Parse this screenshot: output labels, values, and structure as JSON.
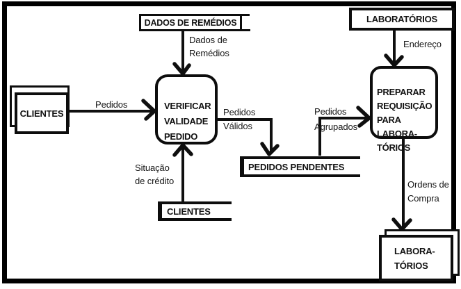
{
  "diagram": {
    "entities": {
      "clientes": {
        "label": "CLIENTES"
      },
      "laboratorios_top": {
        "label": "LABORATÓRIOS"
      },
      "laboratorios_bottom": {
        "label": "LABORA-\nTÓRIOS"
      }
    },
    "processes": {
      "verificar_validade_pedido": {
        "label": "VERIFICAR\nVALIDADE\nPEDIDO"
      },
      "preparar_requisicao": {
        "label": "PREPARAR\nREQUISIÇÃO\nPARA\nLABORA-\nTÓRIOS"
      }
    },
    "data_stores": {
      "dados_de_remedios": {
        "label": "DADOS DE REMÉDIOS"
      },
      "pedidos_pendentes": {
        "label": "PEDIDOS PENDENTES"
      },
      "clientes": {
        "label": "CLIENTES"
      }
    },
    "flows": {
      "dados_de_remedios": {
        "label": "Dados de\nRemédios"
      },
      "pedidos": {
        "label": "Pedidos"
      },
      "pedidos_validos": {
        "label": "Pedidos\nVálidos"
      },
      "pedidos_agrupados": {
        "label": "Pedidos\nAgrupados"
      },
      "endereco": {
        "label": "Endereço"
      },
      "situacao_de_credito": {
        "label": "Situação\nde crédito"
      },
      "ordens_de_compra": {
        "label": "Ordens de\nCompra"
      }
    },
    "colors": {
      "ink": "#121212",
      "paper": "#ffffff"
    }
  }
}
